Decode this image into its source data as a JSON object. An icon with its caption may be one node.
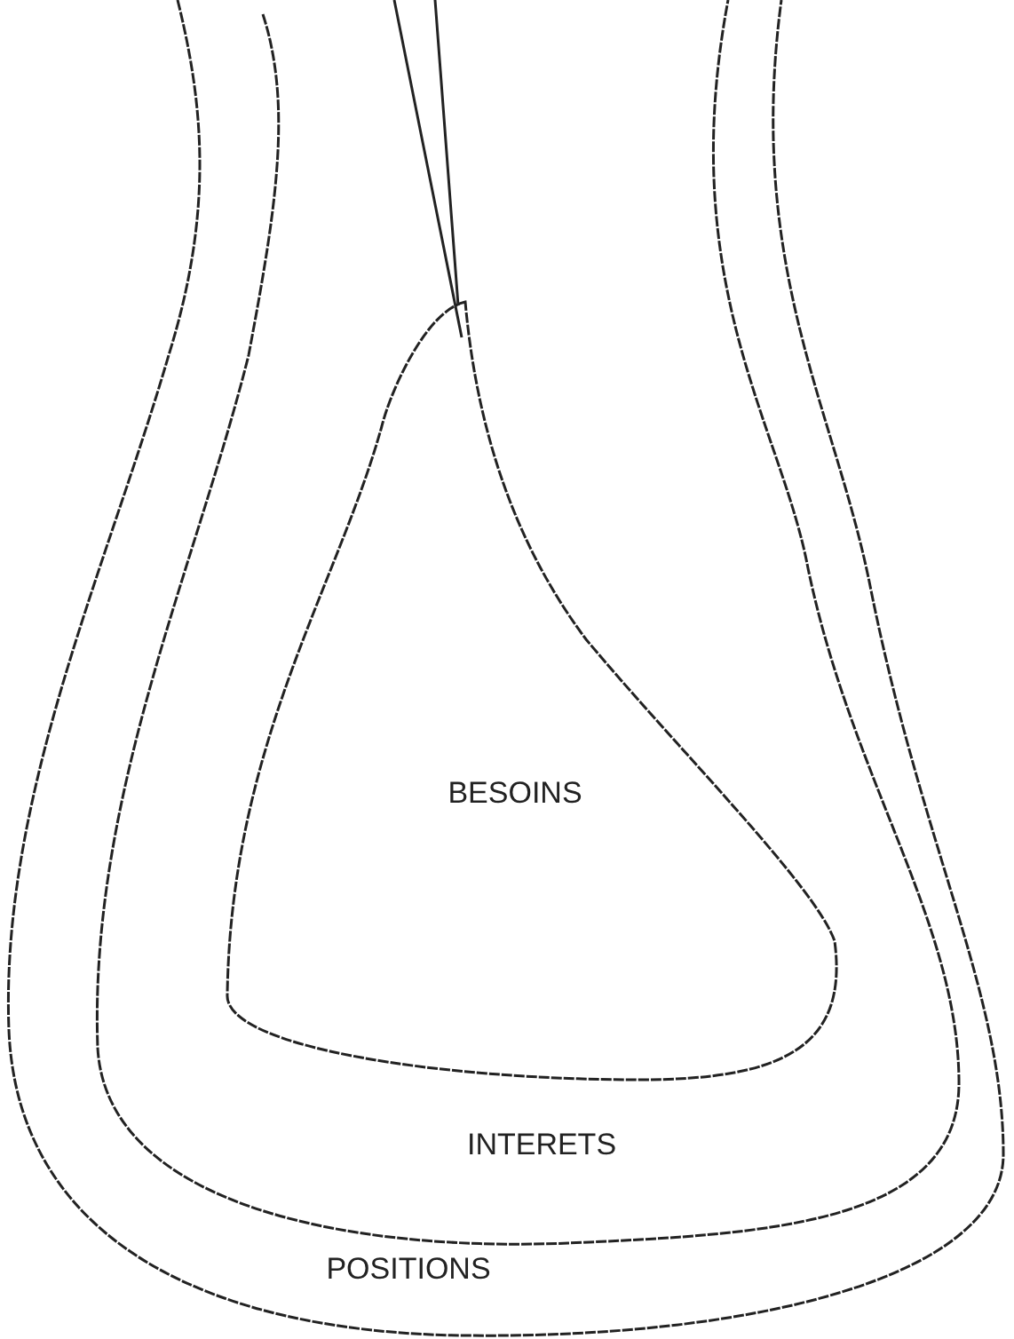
{
  "diagram": {
    "nodes": [
      {
        "text": [
          "POSITIONS"
        ]
      },
      {
        "text": [
          "INTERETS"
        ],
        "in": 0
      },
      {
        "text": [
          "BESOINS"
        ],
        "in": 1
      }
    ]
  }
}
